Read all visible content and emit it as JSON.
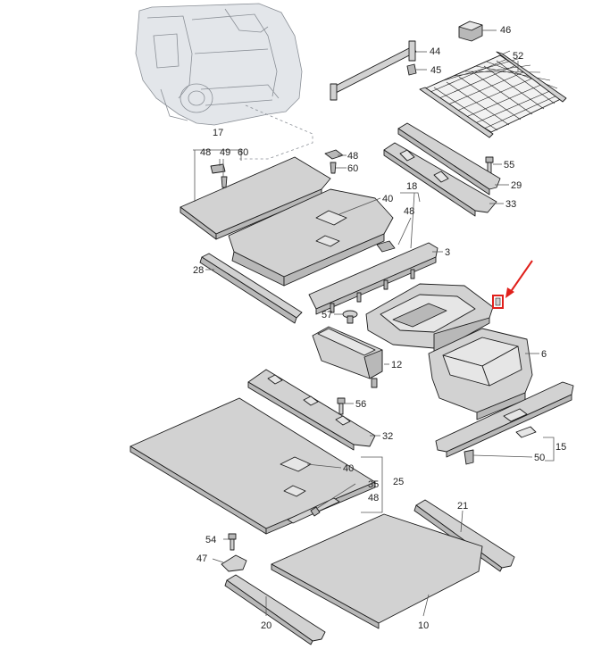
{
  "diagram": {
    "callouts": [
      {
        "id": "c46",
        "text": "46"
      },
      {
        "id": "c44",
        "text": "44"
      },
      {
        "id": "c45",
        "text": "45"
      },
      {
        "id": "c52",
        "text": "52"
      },
      {
        "id": "c17",
        "text": "17"
      },
      {
        "id": "c48a",
        "text": "48"
      },
      {
        "id": "c49",
        "text": "49"
      },
      {
        "id": "c60a",
        "text": "60"
      },
      {
        "id": "c48b",
        "text": "48"
      },
      {
        "id": "c60b",
        "text": "60"
      },
      {
        "id": "c55",
        "text": "55"
      },
      {
        "id": "c29",
        "text": "29"
      },
      {
        "id": "c33",
        "text": "33"
      },
      {
        "id": "c18",
        "text": "18"
      },
      {
        "id": "c40a",
        "text": "40"
      },
      {
        "id": "c48c",
        "text": "48"
      },
      {
        "id": "c3",
        "text": "3"
      },
      {
        "id": "c28",
        "text": "28"
      },
      {
        "id": "c57",
        "text": "57"
      },
      {
        "id": "c12",
        "text": "12"
      },
      {
        "id": "c6",
        "text": "6"
      },
      {
        "id": "c56",
        "text": "56"
      },
      {
        "id": "c32",
        "text": "32"
      },
      {
        "id": "c15",
        "text": "15"
      },
      {
        "id": "c50",
        "text": "50"
      },
      {
        "id": "c40b",
        "text": "40"
      },
      {
        "id": "c25",
        "text": "25"
      },
      {
        "id": "c35",
        "text": "35"
      },
      {
        "id": "c48d",
        "text": "48"
      },
      {
        "id": "c21",
        "text": "21"
      },
      {
        "id": "c54",
        "text": "54"
      },
      {
        "id": "c47",
        "text": "47"
      },
      {
        "id": "c20",
        "text": "20"
      },
      {
        "id": "c10",
        "text": "10"
      }
    ],
    "highlight": {
      "color": "#e0201b"
    },
    "colors": {
      "part": "#d2d2d2",
      "outline": "#1c1c1c",
      "vehicle": "#e3e6ea"
    }
  }
}
